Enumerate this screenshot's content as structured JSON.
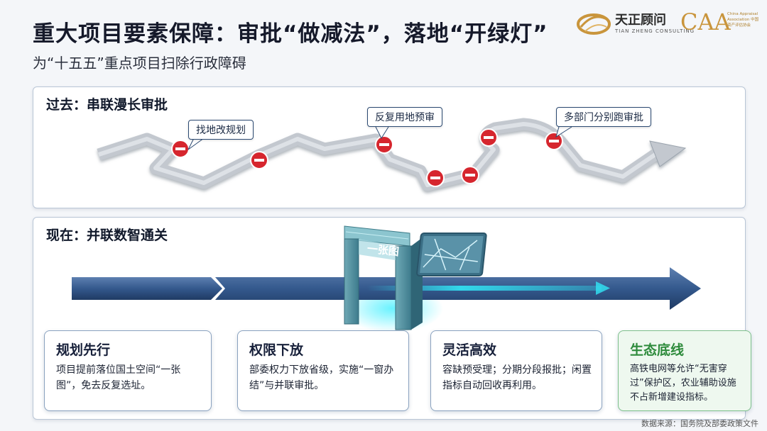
{
  "header": {
    "title": "重大项目要素保障：审批“做减法”，落地“开绿灯”",
    "subtitle": "为“十五五”重点项目扫除行政障碍"
  },
  "logos": {
    "tianzheng": {
      "name": "天正顾问",
      "english": "TIAN ZHENG CONSULTING"
    },
    "caa": {
      "mark": "CAA",
      "text": "China Appraisal Association 中国资产评估协会"
    }
  },
  "past": {
    "title": "过去：串联漫长审批",
    "bubbles": [
      "找地改规划",
      "反复用地预审",
      "多部门分别跑审批"
    ],
    "road_color": "#c3c8cf",
    "stop_color": "#d6262e"
  },
  "now": {
    "title": "现在：并联数智通关",
    "gate_label": "一张图",
    "arrow_color": "#2d4f82",
    "glow_color": "#32e6f5"
  },
  "cards": [
    {
      "title": "规划先行",
      "body": "项目提前落位国土空间“一张图”，免去反复选址。"
    },
    {
      "title": "权限下放",
      "body": "部委权力下放省级，实施“一窗办结”与并联审批。"
    },
    {
      "title": "灵活高效",
      "body": "容缺预受理；分期分段报批；闲置指标自动回收再利用。"
    },
    {
      "title": "生态底线",
      "body": "高铁电网等允许“无害穿过”保护区，农业辅助设施不占新增建设指标。"
    }
  ],
  "footer": {
    "source": "数据来源：国务院及部委政策文件"
  }
}
